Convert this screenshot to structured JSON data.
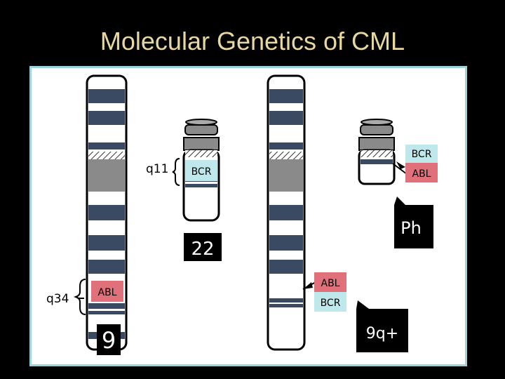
{
  "title": "Molecular Genetics of CML",
  "labels": {
    "q11": "q11",
    "q34": "q34",
    "chr9": "9",
    "chr22": "22",
    "ph": "Ph",
    "nine_q_plus": "9q+",
    "bcr_22": "BCR",
    "abl_9": "ABL",
    "bcr_ph": "BCR",
    "abl_ph": "ABL",
    "abl_9q": "ABL",
    "bcr_9q": "BCR"
  },
  "colors": {
    "band_dark": "#3b4a63",
    "band_gray": "#8a8a8a",
    "bcr_box": "#bfe8ec",
    "abl_box": "#e0707a",
    "title": "#e8d8a0",
    "panel_border": "#9fd3dc"
  }
}
